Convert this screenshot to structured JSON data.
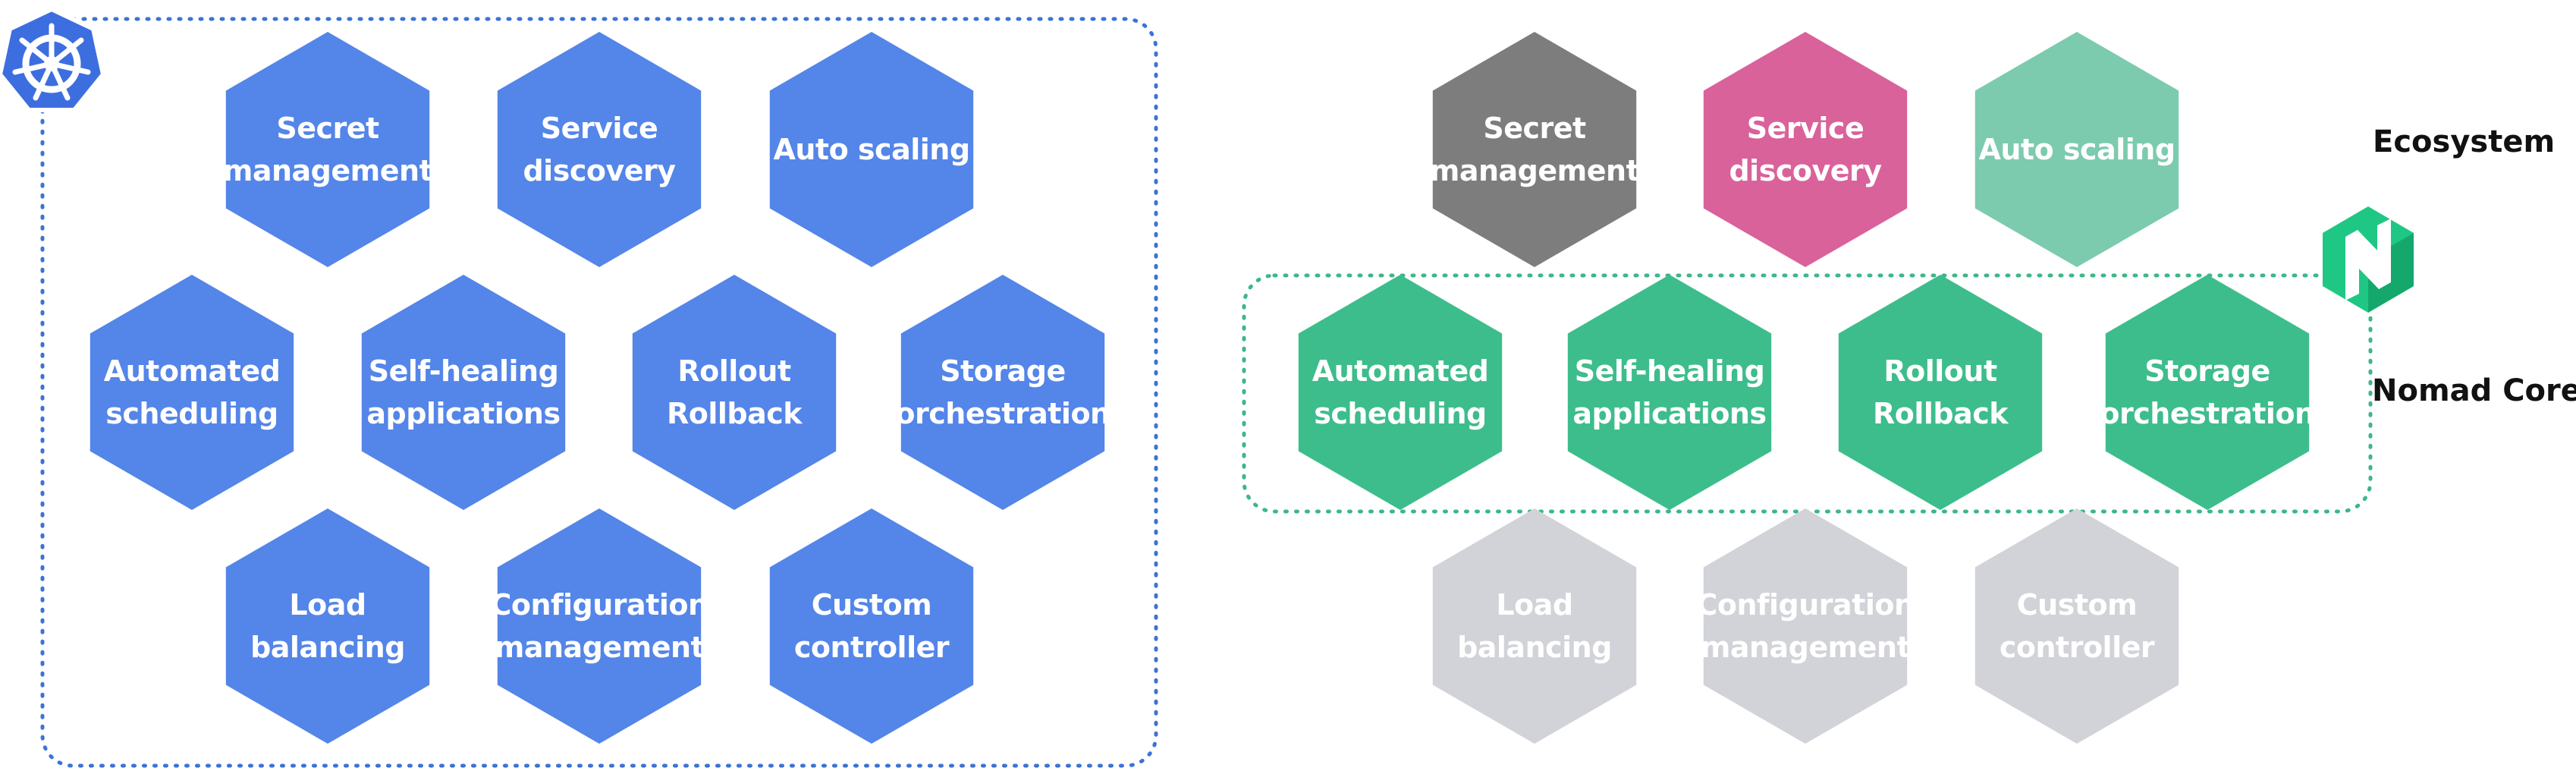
{
  "colors": {
    "kubernetes_blue": "#5485e8",
    "kubernetes_border": "#3b73d6",
    "nomad_green": "#3dbd8c",
    "nomad_border": "#3cb787",
    "nomad_logo": "#1fc784",
    "secret_gray": "#7d7d7d",
    "service_pink": "#d9629b",
    "autoscale_mint": "#7ccbae",
    "faded_gray": "#d2d3d8"
  },
  "kubernetes": {
    "logo_icon": "helm-wheel-icon",
    "hexagons": [
      {
        "lines": [
          "Secret",
          "management"
        ]
      },
      {
        "lines": [
          "Service",
          "discovery"
        ]
      },
      {
        "lines": [
          "Auto scaling"
        ]
      },
      {
        "lines": [
          "Automated",
          "scheduling"
        ]
      },
      {
        "lines": [
          "Self-healing",
          "applications"
        ]
      },
      {
        "lines": [
          "Rollout",
          "Rollback"
        ]
      },
      {
        "lines": [
          "Storage",
          "orchestration"
        ]
      },
      {
        "lines": [
          "Load",
          "balancing"
        ]
      },
      {
        "lines": [
          "Configuration",
          "management"
        ]
      },
      {
        "lines": [
          "Custom",
          "controller"
        ]
      }
    ]
  },
  "nomad": {
    "logo_icon": "nomad-logo-icon",
    "ecosystem_label": "Ecosystem",
    "core_label": "Nomad Core",
    "hexagons": [
      {
        "lines": [
          "Secret",
          "management"
        ],
        "color": "secret_gray"
      },
      {
        "lines": [
          "Service",
          "discovery"
        ],
        "color": "service_pink"
      },
      {
        "lines": [
          "Auto scaling"
        ],
        "color": "autoscale_mint"
      },
      {
        "lines": [
          "Automated",
          "scheduling"
        ],
        "color": "nomad_green"
      },
      {
        "lines": [
          "Self-healing",
          "applications"
        ],
        "color": "nomad_green"
      },
      {
        "lines": [
          "Rollout",
          "Rollback"
        ],
        "color": "nomad_green"
      },
      {
        "lines": [
          "Storage",
          "orchestration"
        ],
        "color": "nomad_green"
      },
      {
        "lines": [
          "Load",
          "balancing"
        ],
        "color": "faded_gray"
      },
      {
        "lines": [
          "Configuration",
          "management"
        ],
        "color": "faded_gray"
      },
      {
        "lines": [
          "Custom",
          "controller"
        ],
        "color": "faded_gray"
      }
    ]
  }
}
